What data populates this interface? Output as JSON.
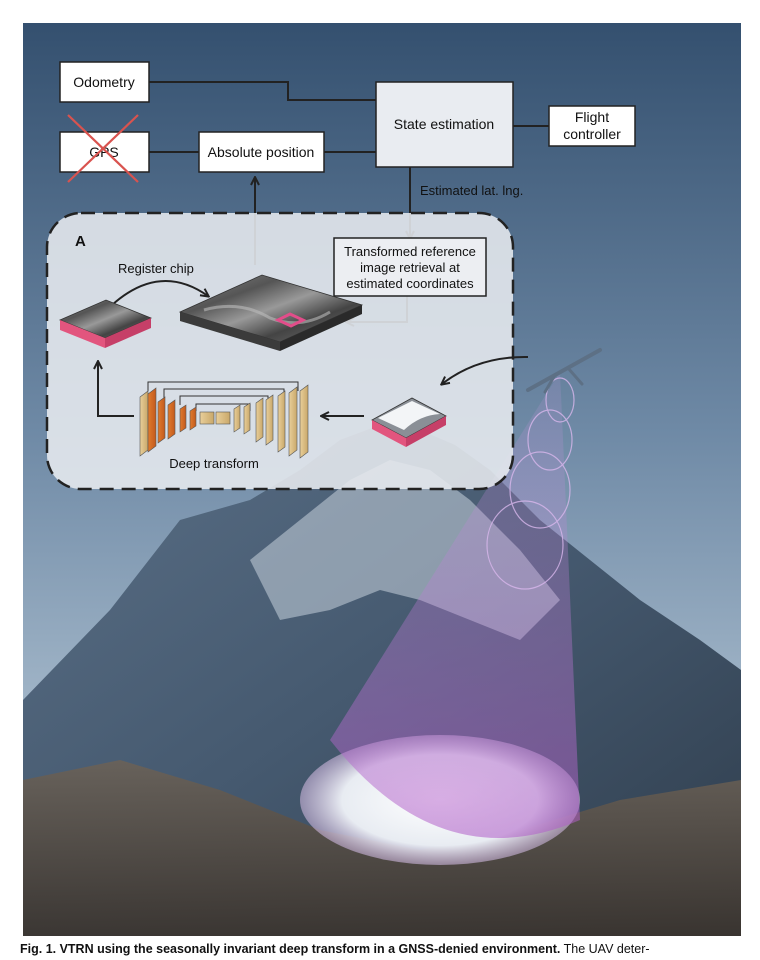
{
  "diagram": {
    "boxes": {
      "odometry": "Odometry",
      "gps": "GPS",
      "absolute_position": "Absolute position",
      "state_estimation": "State estimation",
      "flight_controller_line1": "Flight",
      "flight_controller_line2": "controller",
      "retrieval_line1": "Transformed reference",
      "retrieval_line2": "image retrieval at",
      "retrieval_line3": "estimated coordinates"
    },
    "edge_labels": {
      "estimated": "Estimated lat. lng."
    },
    "panel": {
      "label": "A",
      "register_chip": "Register chip",
      "deep_transform": "Deep transform"
    }
  },
  "caption": {
    "bold": "Fig. 1. VTRN using the seasonally invariant deep transform in a GNSS-denied environment.",
    "rest": " The UAV deter-"
  },
  "colors": {
    "accent_pink": "#e24d8a",
    "gps_cross": "#d9534f",
    "beam_purple": "#b57bd6",
    "panel_fill": "#e4e8ee",
    "sky_top": "#3c5676",
    "sky_bottom": "#9fb2c7"
  }
}
